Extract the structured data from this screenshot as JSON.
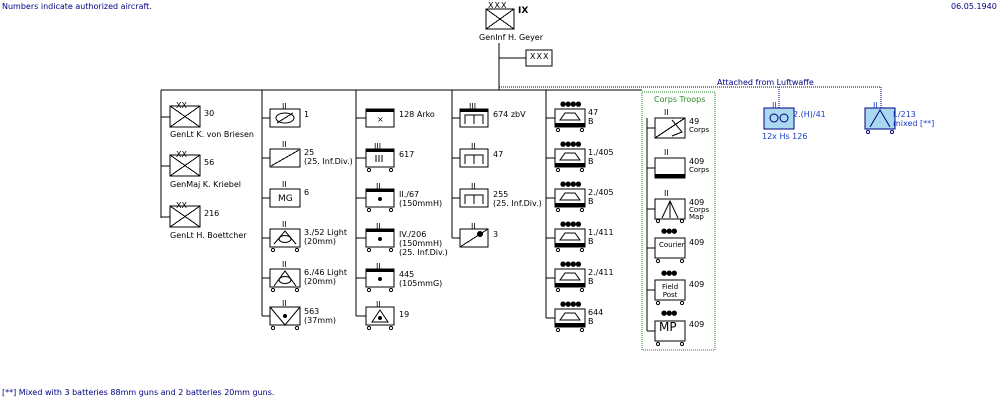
{
  "header": {
    "note": "Numbers indicate authorized aircraft.",
    "date": "06.05.1940"
  },
  "footer": {
    "note": "[**] Mixed with 3 batteries 88mm guns and 2 batteries 20mm guns."
  },
  "corps": {
    "size_marks": "XXX",
    "designation": "IX",
    "commander": "GenInf H. Geyer",
    "hq_marks": "XXX"
  },
  "divisions": [
    {
      "marks": "XX",
      "number": "30",
      "commander": "GenLt K. von Briesen"
    },
    {
      "marks": "XX",
      "number": "56",
      "commander": "GenMaj K. Kriebel"
    },
    {
      "marks": "XX",
      "number": "216",
      "commander": "GenLt H. Boettcher"
    }
  ],
  "column2": [
    {
      "marks": "II",
      "label": "1",
      "sub": ""
    },
    {
      "marks": "II",
      "label": "25",
      "sub": "(25. Inf.Div.)"
    },
    {
      "marks": "II",
      "label": "6",
      "sub": "",
      "symbol_text": "MG"
    },
    {
      "marks": "II",
      "label": "3./52 Light",
      "sub": "(20mm)"
    },
    {
      "marks": "II",
      "label": "6./46 Light",
      "sub": "(20mm)"
    },
    {
      "marks": "II",
      "label": "563",
      "sub": "(37mm)"
    }
  ],
  "column3": [
    {
      "marks": "",
      "label": "128 Arko",
      "sub": "",
      "symbol_text": "×"
    },
    {
      "marks": "III",
      "label": "617",
      "sub": ""
    },
    {
      "marks": "II",
      "label": "II./67",
      "sub": "(150mmH)"
    },
    {
      "marks": "II",
      "label": "IV./206",
      "sub": "(150mmH)\n(25. Inf.Div.)"
    },
    {
      "marks": "II",
      "label": "445",
      "sub": "(105mmG)"
    },
    {
      "marks": "II",
      "label": "19",
      "sub": ""
    }
  ],
  "column4": [
    {
      "marks": "III",
      "label": "674 zbV",
      "sub": ""
    },
    {
      "marks": "II",
      "label": "47",
      "sub": ""
    },
    {
      "marks": "II",
      "label": "255",
      "sub": "(25. Inf.Div.)"
    },
    {
      "marks": "II",
      "label": "3",
      "sub": ""
    }
  ],
  "column5": [
    {
      "marks": "●●●●",
      "label": "47",
      "sub": "B"
    },
    {
      "marks": "●●●●",
      "label": "1./405",
      "sub": "B"
    },
    {
      "marks": "●●●●",
      "label": "2./405",
      "sub": "B"
    },
    {
      "marks": "●●●●",
      "label": "1./411",
      "sub": "B"
    },
    {
      "marks": "●●●●",
      "label": "2./411",
      "sub": "B"
    },
    {
      "marks": "●●●●",
      "label": "644",
      "sub": "B"
    }
  ],
  "corps_troops": {
    "title": "Corps Troops",
    "items": [
      {
        "marks": "II",
        "label": "49",
        "sub": "Corps",
        "symbol_text": ""
      },
      {
        "marks": "II",
        "label": "409",
        "sub": "Corps",
        "symbol_text": ""
      },
      {
        "marks": "II",
        "label": "409",
        "sub": "Corps\nMap",
        "symbol_text": ""
      },
      {
        "marks": "●●●",
        "label": "409",
        "sub": "",
        "symbol_text": "Courier"
      },
      {
        "marks": "●●●",
        "label": "409",
        "sub": "",
        "symbol_text": "Field\nPost"
      },
      {
        "marks": "●●●",
        "label": "409",
        "sub": "",
        "symbol_text": "MP"
      }
    ]
  },
  "luftwaffe": {
    "title": "Attached from Luftwaffe",
    "units": [
      {
        "marks": "II",
        "label": "2.(H)/41",
        "sub": "12x Hs 126"
      },
      {
        "marks": "II",
        "label": "I./213",
        "sub": "mixed [**]"
      }
    ]
  },
  "colors": {
    "navy": "#000080",
    "blue": "#1a3cc8",
    "green": "#2a8a2a",
    "unit_fill": "#ffffff",
    "lw_fill": "#aad8f0"
  }
}
